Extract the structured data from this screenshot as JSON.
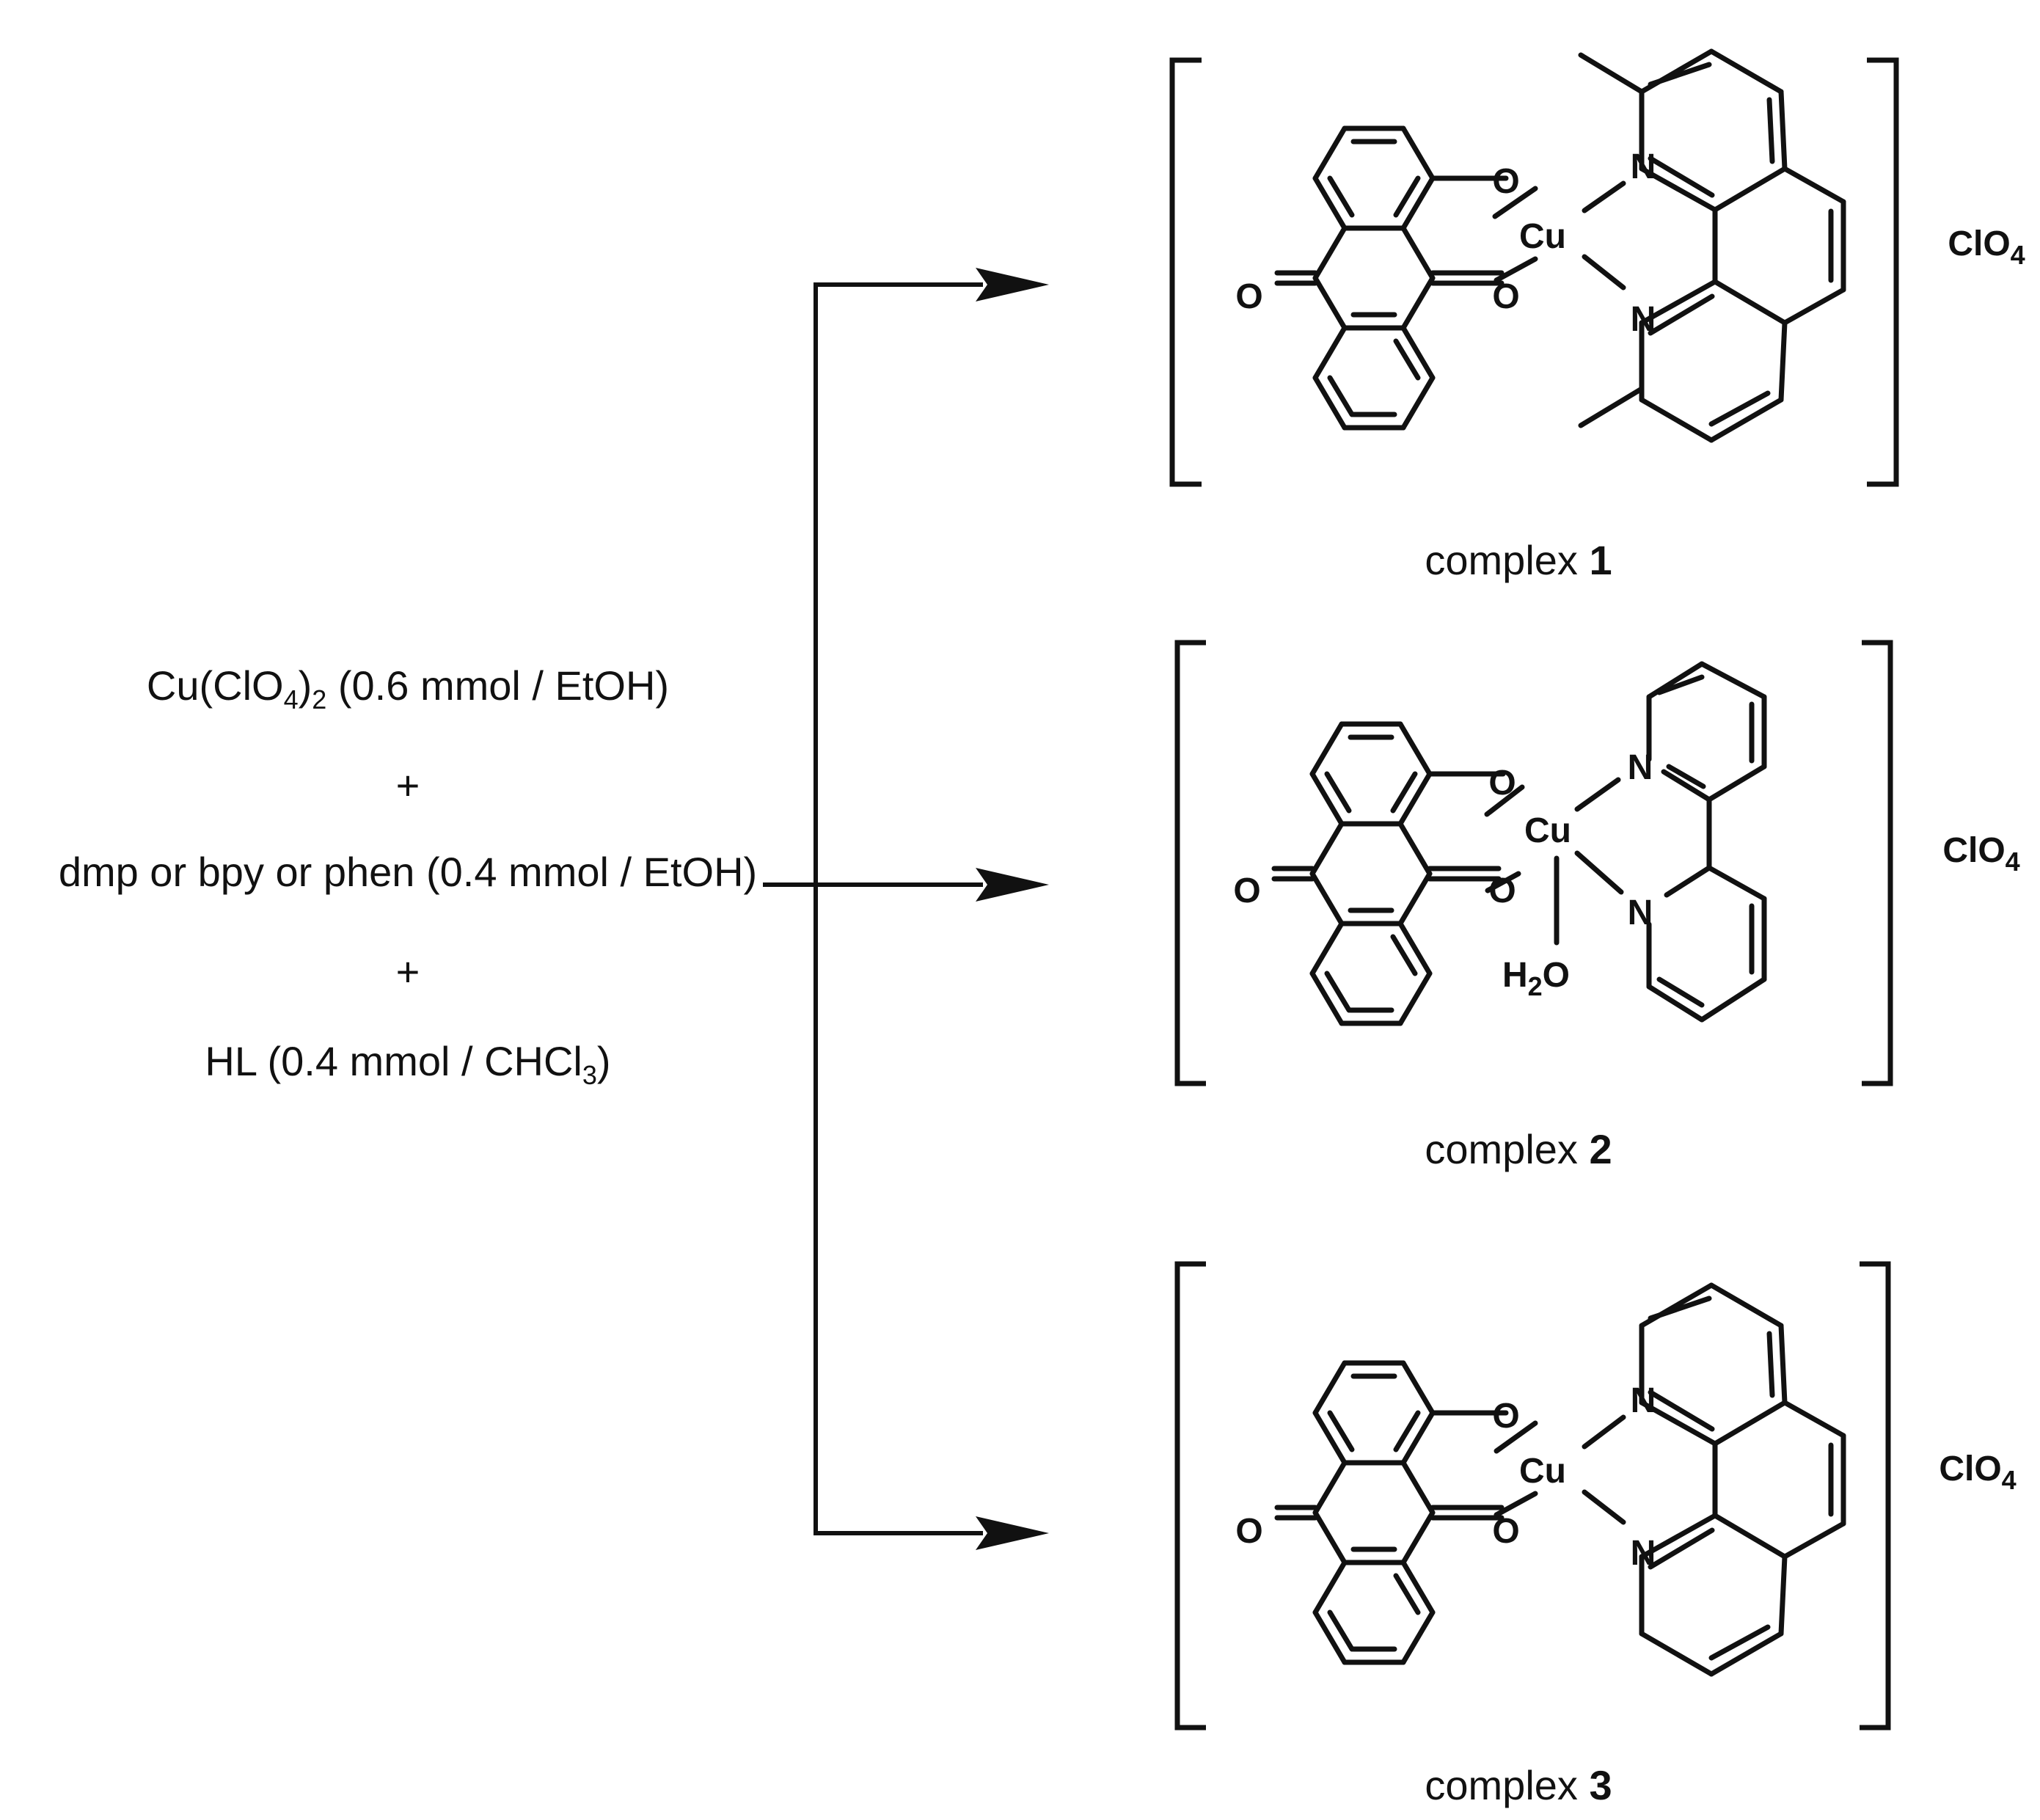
{
  "reagents": [
    {
      "prefix": "Cu(ClO",
      "sub1": "4",
      "mid": ")",
      "sub2": "2",
      "suffix": " (0.6 mmol / EtOH)"
    },
    {
      "text": "dmp or bpy or phen (0.4 mmol / EtOH)"
    },
    {
      "prefix": "HL (0.4 mmol / CHCl",
      "sub1": "3",
      "suffix": ")"
    }
  ],
  "plus": "+",
  "atoms": {
    "O": "O",
    "N": "N",
    "Cu": "Cu",
    "H": "H",
    "water_sub": "2"
  },
  "counter_ion": {
    "base": "ClO",
    "sub": "4"
  },
  "complexes": [
    {
      "word": "complex ",
      "number": "1",
      "ligand": "dmp"
    },
    {
      "word": "complex ",
      "number": "2",
      "ligand": "bpy"
    },
    {
      "word": "complex ",
      "number": "3",
      "ligand": "phen"
    }
  ],
  "colors": {
    "ink": "#111111",
    "background": "#ffffff"
  }
}
